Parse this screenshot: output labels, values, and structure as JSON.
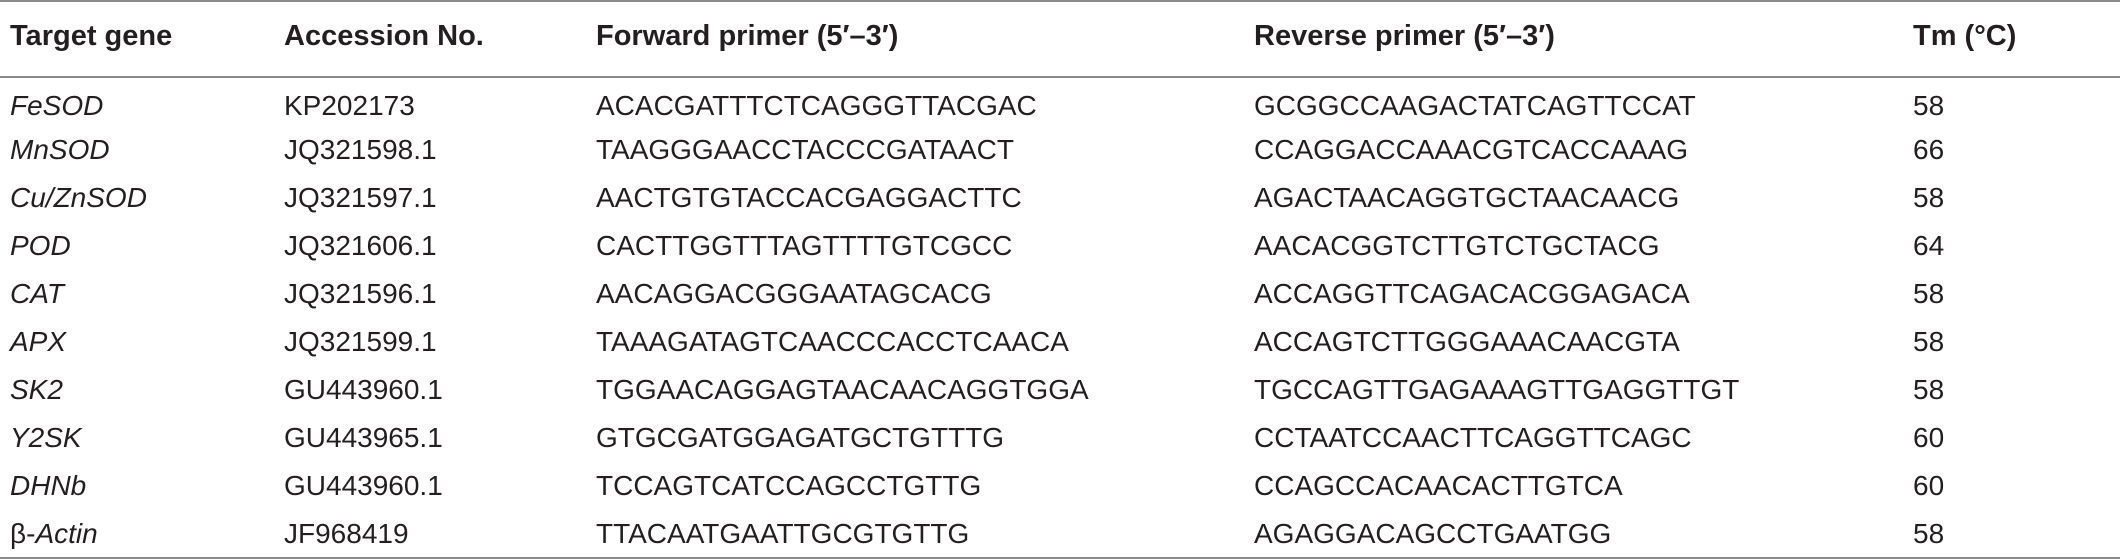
{
  "table": {
    "headers": {
      "target_gene": "Target gene",
      "accession": "Accession No.",
      "forward": "Forward primer (5′–3′)",
      "reverse": "Reverse primer (5′–3′)",
      "tm": "Tm (°C)"
    },
    "rows": [
      {
        "gene_prefix": "",
        "gene": "FeSOD",
        "accession": "KP202173",
        "forward": "ACACGATTTCTCAGGGTTACGAC",
        "reverse": "GCGGCCAAGACTATCAGTTCCAT",
        "tm": "58"
      },
      {
        "gene_prefix": "",
        "gene": "MnSOD",
        "accession": "JQ321598.1",
        "forward": "TAAGGGAACCTACCCGATAACT",
        "reverse": "CCAGGACCAAACGTCACCAAAG",
        "tm": "66"
      },
      {
        "gene_prefix": "",
        "gene": "Cu/ZnSOD",
        "accession": "JQ321597.1",
        "forward": "AACTGTGTACCACGAGGACTTC",
        "reverse": "AGACTAACAGGTGCTAACAACG",
        "tm": "58"
      },
      {
        "gene_prefix": "",
        "gene": "POD",
        "accession": "JQ321606.1",
        "forward": "CACTTGGTTTAGTTTTGTCGCC",
        "reverse": "AACACGGTCTTGTCTGCTACG",
        "tm": "64"
      },
      {
        "gene_prefix": "",
        "gene": "CAT",
        "accession": "JQ321596.1",
        "forward": "AACAGGACGGGAATAGCACG",
        "reverse": "ACCAGGTTCAGACACGGAGACA",
        "tm": "58"
      },
      {
        "gene_prefix": "",
        "gene": "APX",
        "accession": "JQ321599.1",
        "forward": "TAAAGATAGTCAACCCACCTCAACA",
        "reverse": "ACCAGTCTTGGGAAACAACGTA",
        "tm": "58"
      },
      {
        "gene_prefix": "",
        "gene": "SK2",
        "accession": "GU443960.1",
        "forward": "TGGAACAGGAGTAACAACAGGTGGA",
        "reverse": "TGCCAGTTGAGAAAGTTGAGGTTGT",
        "tm": "58"
      },
      {
        "gene_prefix": "",
        "gene": "Y2SK",
        "accession": "GU443965.1",
        "forward": "GTGCGATGGAGATGCTGTTTG",
        "reverse": "CCTAATCCAACTTCAGGTTCAGC",
        "tm": "60"
      },
      {
        "gene_prefix": "",
        "gene": "DHNb",
        "accession": "GU443960.1",
        "forward": "TCCAGTCATCCAGCCTGTTG",
        "reverse": "CCAGCCACAACACTTGTCA",
        "tm": "60"
      },
      {
        "gene_prefix": "β-",
        "gene": "Actin",
        "accession": "JF968419",
        "forward": "TTACAATGAATTGCGTGTTG",
        "reverse": "AGAGGACAGCCTGAATGG",
        "tm": "58"
      }
    ]
  }
}
